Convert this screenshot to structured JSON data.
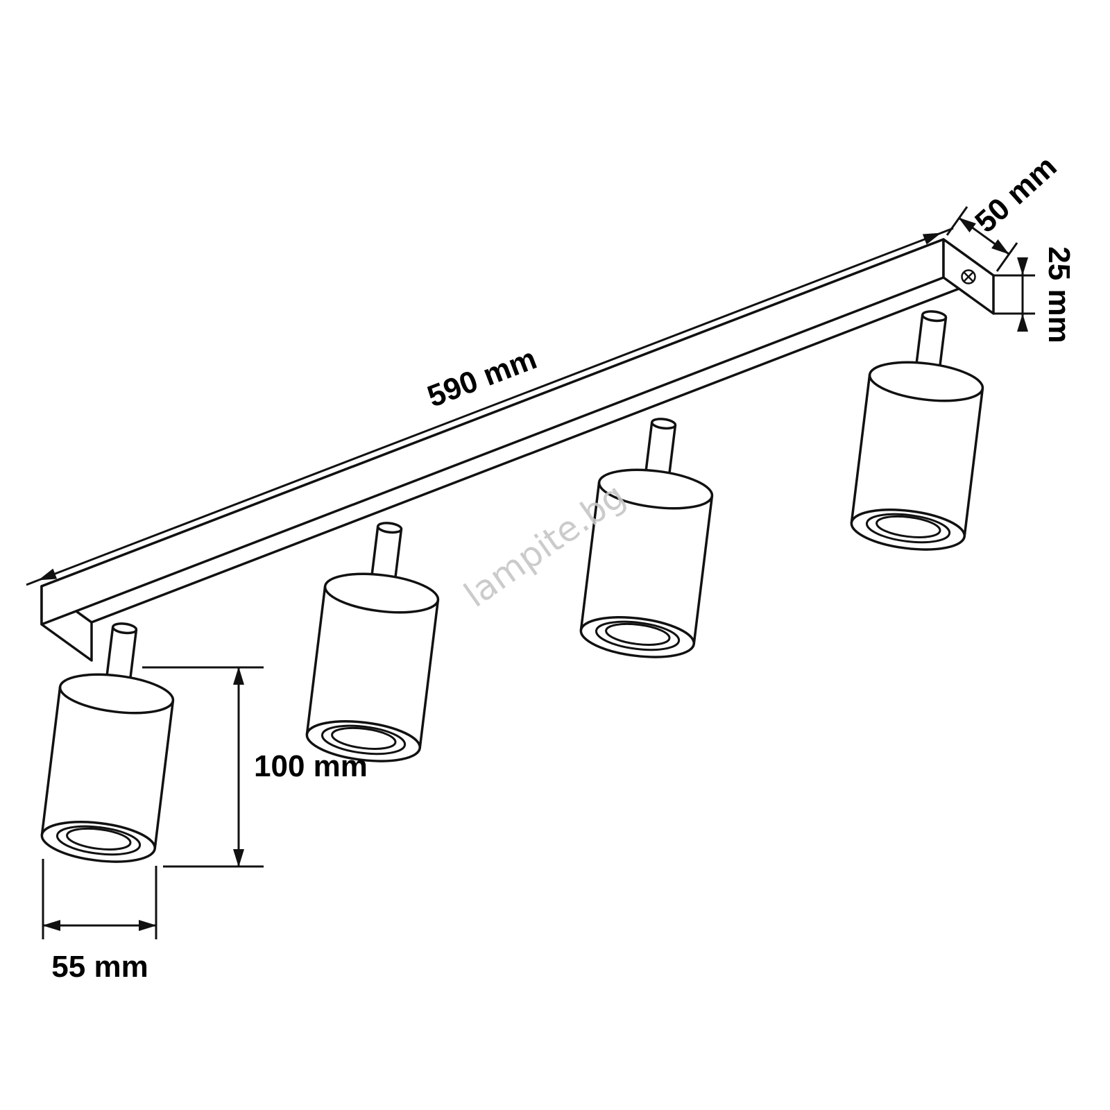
{
  "drawing": {
    "kind": "technical dimension drawing",
    "subject": "4-light ceiling spotlight rail",
    "spotlight_count": 4,
    "line_color": "#111111",
    "label_color": "#000000",
    "background": "#ffffff"
  },
  "watermark": {
    "text": "lampite.bg",
    "color": "#c6c6c6"
  },
  "dimensions": {
    "rail_length": {
      "label": "590 mm"
    },
    "rail_width": {
      "label": "50 mm"
    },
    "rail_height": {
      "label": "25 mm"
    },
    "spot_height": {
      "label": "100 mm"
    },
    "spot_diameter": {
      "label": "55 mm"
    }
  }
}
